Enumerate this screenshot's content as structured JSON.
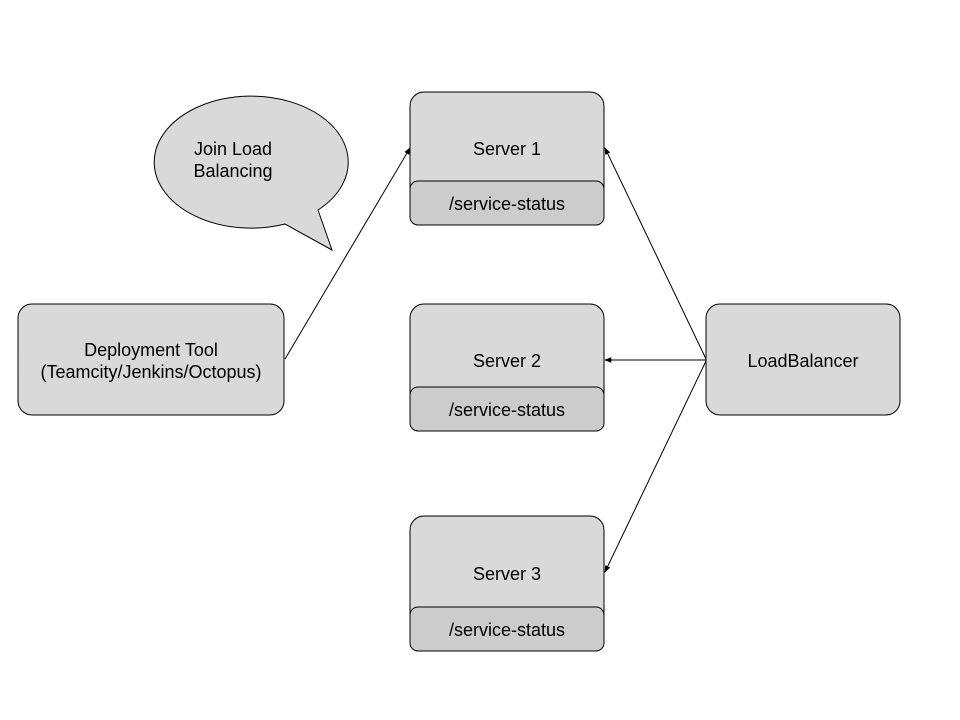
{
  "diagram": {
    "nodes": {
      "deployment_tool": {
        "line1": "Deployment Tool",
        "line2": "(Teamcity/Jenkins/Octopus)"
      },
      "speech_bubble": {
        "line1": "Join Load",
        "line2": "Balancing"
      },
      "server1": {
        "title": "Server 1",
        "endpoint": "/service-status"
      },
      "server2": {
        "title": "Server 2",
        "endpoint": "/service-status"
      },
      "server3": {
        "title": "Server 3",
        "endpoint": "/service-status"
      },
      "load_balancer": {
        "label": "LoadBalancer"
      }
    },
    "edges": [
      {
        "from": "deployment_tool",
        "to": "server1"
      },
      {
        "from": "load_balancer",
        "to": "server1"
      },
      {
        "from": "load_balancer",
        "to": "server2"
      },
      {
        "from": "load_balancer",
        "to": "server3"
      }
    ],
    "colors": {
      "box_fill": "#d9d9d9",
      "endpoint_fill": "#cccccc",
      "stroke": "#000000"
    }
  }
}
